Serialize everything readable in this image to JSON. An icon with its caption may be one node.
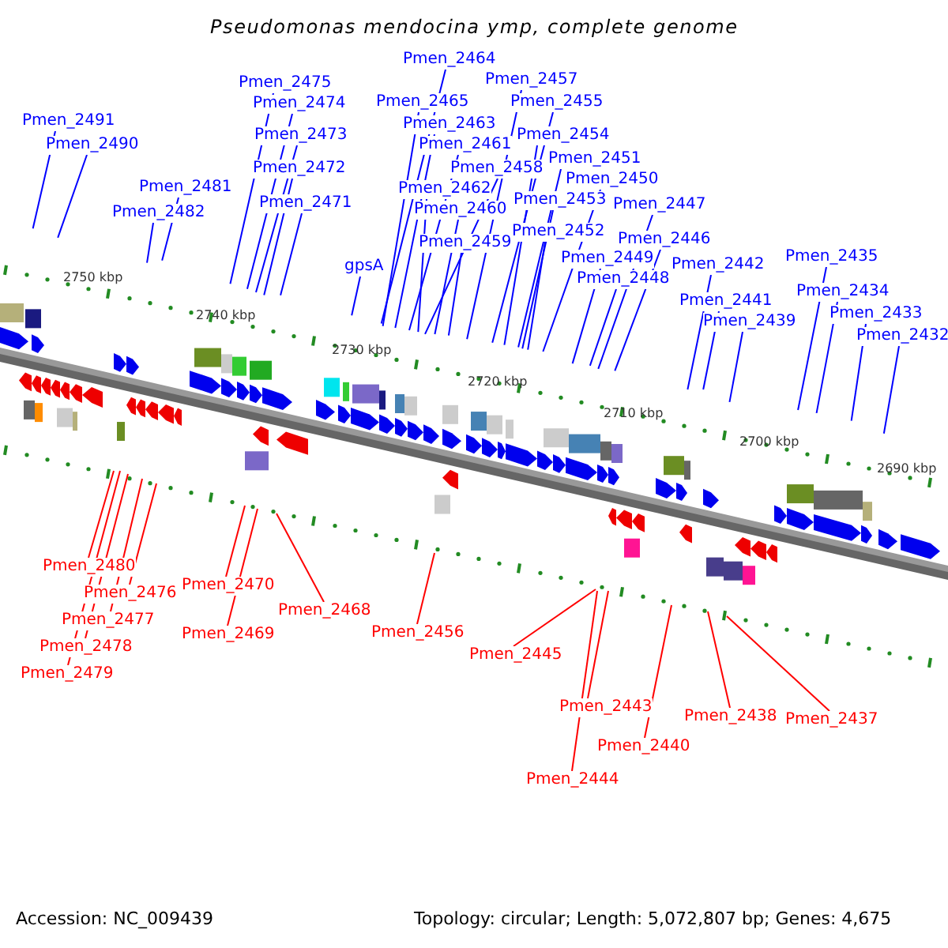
{
  "diagram": {
    "title": "Pseudomonas mendocina ymp, complete genome",
    "nodes": [
      {
        "text": [
          "Pmen_2464"
        ]
      },
      {
        "text": [
          "Pmen_2457"
        ]
      },
      {
        "text": [
          "Pmen_2475"
        ]
      },
      {
        "text": [
          "Pmen_2465"
        ]
      },
      {
        "text": [
          "Pmen_2474"
        ]
      },
      {
        "text": [
          "Pmen_2455"
        ]
      },
      {
        "text": [
          "Pmen_2491"
        ]
      },
      {
        "text": [
          "Pmen_2463"
        ]
      },
      {
        "text": [
          "Pmen_2473"
        ]
      },
      {
        "text": [
          "Pmen_2454"
        ]
      },
      {
        "text": [
          "Pmen_2490"
        ]
      },
      {
        "text": [
          "Pmen_2461"
        ]
      },
      {
        "text": [
          "Pmen_2451"
        ]
      },
      {
        "text": [
          "Pmen_2472"
        ]
      },
      {
        "text": [
          "Pmen_2458"
        ]
      },
      {
        "text": [
          "Pmen_2450"
        ]
      },
      {
        "text": [
          "Pmen_2481"
        ]
      },
      {
        "text": [
          "Pmen_2462"
        ]
      },
      {
        "text": [
          "Pmen_2453"
        ]
      },
      {
        "text": [
          "Pmen_2471"
        ]
      },
      {
        "text": [
          "Pmen_2447"
        ]
      },
      {
        "text": [
          "Pmen_2460"
        ]
      },
      {
        "text": [
          "Pmen_2482"
        ]
      },
      {
        "text": [
          "Pmen_2452"
        ]
      },
      {
        "text": [
          "Pmen_2446"
        ]
      },
      {
        "text": [
          "Pmen_2459"
        ]
      },
      {
        "text": [
          "Pmen_2435"
        ]
      },
      {
        "text": [
          "Pmen_2449"
        ]
      },
      {
        "text": [
          "Pmen_2442"
        ]
      },
      {
        "text": [
          "gpsA"
        ]
      },
      {
        "text": [
          "Pmen_2448"
        ]
      },
      {
        "text": [
          "Pmen_2434"
        ]
      },
      {
        "text": [
          "Pmen_2441"
        ]
      },
      {
        "text": [
          "Pmen_2433"
        ]
      },
      {
        "text": [
          "Pmen_2439"
        ]
      },
      {
        "text": [
          "Pmen_2432"
        ]
      },
      {
        "text": [
          "Pmen_2480"
        ]
      },
      {
        "text": [
          "Pmen_2470"
        ]
      },
      {
        "text": [
          "Pmen_2476"
        ]
      },
      {
        "text": [
          "Pmen_2468"
        ]
      },
      {
        "text": [
          "Pmen_2477"
        ]
      },
      {
        "text": [
          "Pmen_2456"
        ]
      },
      {
        "text": [
          "Pmen_2469"
        ]
      },
      {
        "text": [
          "Pmen_2478"
        ]
      },
      {
        "text": [
          "Pmen_2445"
        ]
      },
      {
        "text": [
          "Pmen_2479"
        ]
      },
      {
        "text": [
          "Pmen_2443"
        ]
      },
      {
        "text": [
          "Pmen_2438"
        ]
      },
      {
        "text": [
          "Pmen_2437"
        ]
      },
      {
        "text": [
          "Pmen_2440"
        ]
      },
      {
        "text": [
          "Pmen_2444"
        ]
      }
    ],
    "edges": [
      {
        "from": 0,
        "to": null,
        "arrow": "none"
      },
      {
        "from": 1,
        "to": null,
        "arrow": "none"
      },
      {
        "from": 2,
        "to": null,
        "arrow": "none"
      },
      {
        "from": 3,
        "to": null,
        "arrow": "none"
      },
      {
        "from": 4,
        "to": null,
        "arrow": "none"
      },
      {
        "from": 5,
        "to": null,
        "arrow": "none"
      },
      {
        "from": 6,
        "to": null,
        "arrow": "none"
      },
      {
        "from": 7,
        "to": null,
        "arrow": "none"
      },
      {
        "from": 8,
        "to": null,
        "arrow": "none"
      },
      {
        "from": 9,
        "to": null,
        "arrow": "none"
      },
      {
        "from": 10,
        "to": null,
        "arrow": "none"
      },
      {
        "from": 11,
        "to": null,
        "arrow": "none"
      },
      {
        "from": 12,
        "to": null,
        "arrow": "none"
      },
      {
        "from": 13,
        "to": null,
        "arrow": "none"
      },
      {
        "from": 14,
        "to": null,
        "arrow": "none"
      },
      {
        "from": 15,
        "to": null,
        "arrow": "none"
      },
      {
        "from": 16,
        "to": null,
        "arrow": "none"
      },
      {
        "from": 17,
        "to": null,
        "arrow": "none"
      },
      {
        "from": 18,
        "to": null,
        "arrow": "none"
      },
      {
        "from": 19,
        "to": null,
        "arrow": "none"
      },
      {
        "from": 20,
        "to": null,
        "arrow": "none"
      },
      {
        "from": 21,
        "to": null,
        "arrow": "none"
      },
      {
        "from": 22,
        "to": null,
        "arrow": "none"
      },
      {
        "from": 23,
        "to": null,
        "arrow": "none"
      },
      {
        "from": 24,
        "to": null,
        "arrow": "none"
      },
      {
        "from": 25,
        "to": null,
        "arrow": "none"
      },
      {
        "from": 26,
        "to": null,
        "arrow": "none"
      },
      {
        "from": 27,
        "to": null,
        "arrow": "none"
      },
      {
        "from": 28,
        "to": null,
        "arrow": "none"
      },
      {
        "from": 29,
        "to": null,
        "arrow": "none"
      },
      {
        "from": 30,
        "to": null,
        "arrow": "none"
      },
      {
        "from": 31,
        "to": null,
        "arrow": "none"
      },
      {
        "from": 32,
        "to": null,
        "arrow": "none"
      },
      {
        "from": 33,
        "to": null,
        "arrow": "none"
      },
      {
        "from": 34,
        "to": null,
        "arrow": "none"
      },
      {
        "from": 35,
        "to": null,
        "arrow": "none"
      },
      {
        "from": 36,
        "to": null,
        "arrow": "none",
        "color": "#ff0000"
      },
      {
        "from": 37,
        "to": null,
        "arrow": "none",
        "color": "#ff0000"
      },
      {
        "from": 38,
        "to": null,
        "arrow": "none",
        "color": "#ff0000"
      },
      {
        "from": 39,
        "to": null,
        "arrow": "none",
        "color": "#ff0000"
      },
      {
        "from": 40,
        "to": null,
        "arrow": "none",
        "color": "#ff0000"
      },
      {
        "from": 41,
        "to": null,
        "arrow": "none",
        "color": "#ff0000"
      },
      {
        "from": 42,
        "to": null,
        "arrow": "none",
        "color": "#ff0000"
      },
      {
        "from": 43,
        "to": null,
        "arrow": "none",
        "color": "#ff0000"
      },
      {
        "from": 44,
        "to": null,
        "arrow": "none",
        "color": "#ff0000"
      },
      {
        "from": 45,
        "to": null,
        "arrow": "none",
        "color": "#ff0000"
      },
      {
        "from": 46,
        "to": null,
        "arrow": "none",
        "color": "#ff0000"
      },
      {
        "from": 47,
        "to": null,
        "arrow": "none",
        "color": "#ff0000"
      },
      {
        "from": 48,
        "to": null,
        "arrow": "none",
        "color": "#ff0000"
      },
      {
        "from": 49,
        "to": null,
        "arrow": "none",
        "color": "#ff0000"
      },
      {
        "from": 50,
        "to": null,
        "arrow": "none",
        "color": "#ff0000"
      }
    ],
    "labels": [
      "2750 kbp",
      "2740 kbp",
      "2730 kbp",
      "2720 kbp",
      "2710 kbp",
      "2700 kbp",
      "2690 kbp",
      "Accession: NC_009439",
      "Topology: circular; Length: 5,072,807 bp; Genes: 4,675"
    ]
  }
}
